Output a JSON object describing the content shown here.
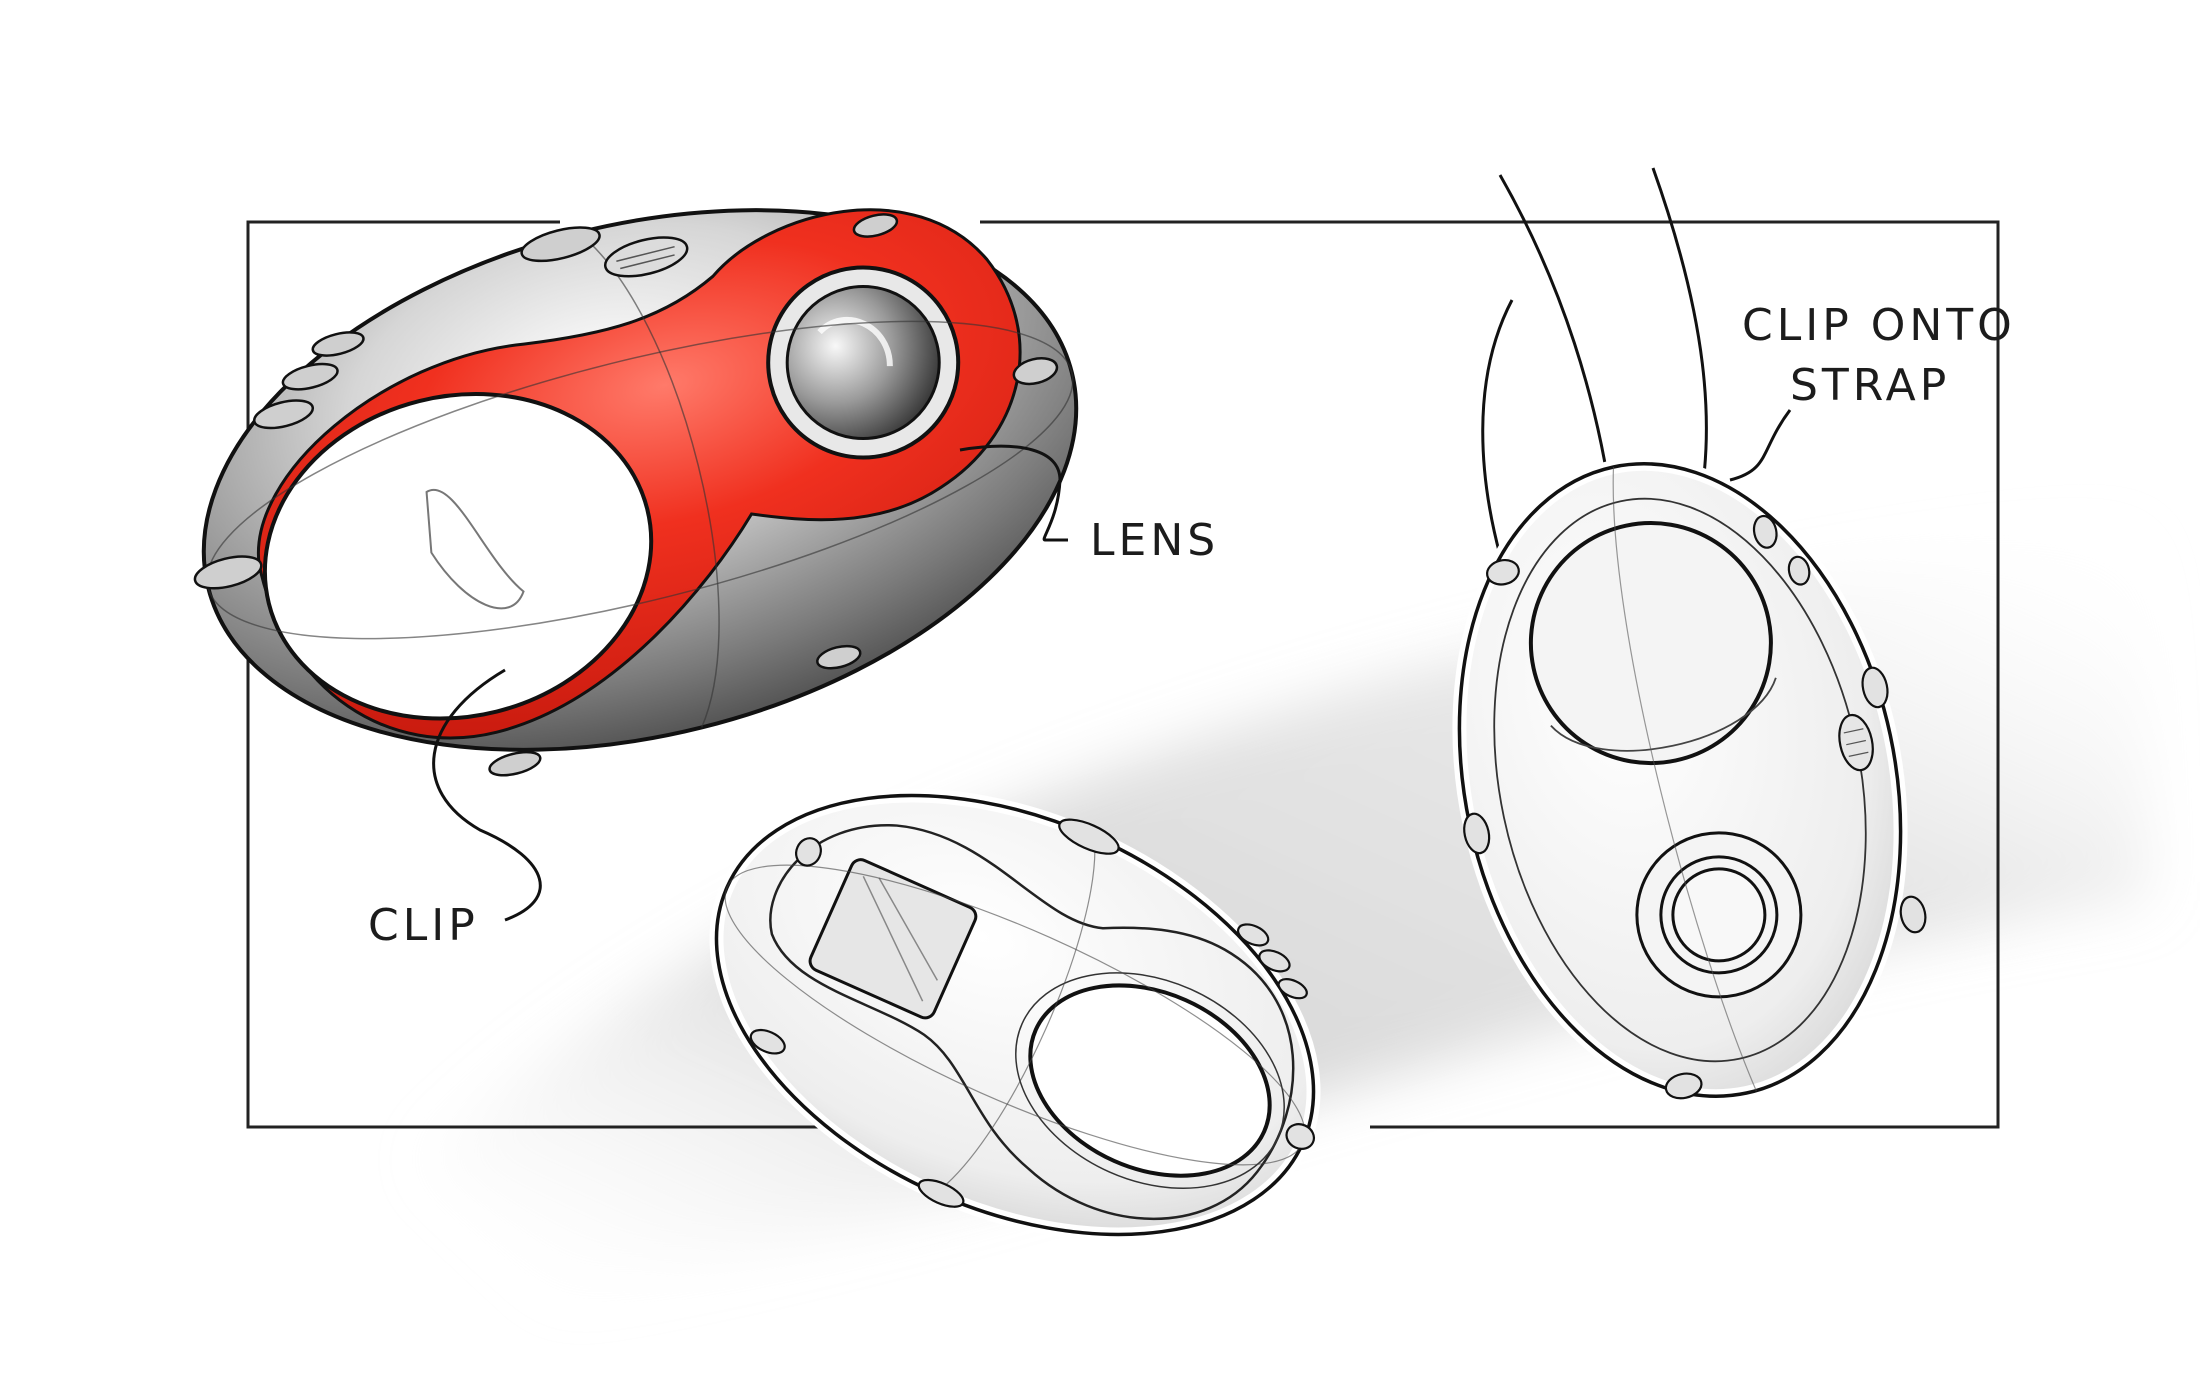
{
  "annotations": {
    "lens": "LENS",
    "clip": "CLIP",
    "strap_line1": "CLIP ONTO",
    "strap_line2": "STRAP"
  },
  "colors": {
    "accent": "#ee2a1b",
    "body_dark": "#555555",
    "body_light": "#f2f2f2",
    "ink": "#1c1c1c",
    "frame": "#222222"
  },
  "views": [
    {
      "name": "render-color-perspective",
      "highlight": "red"
    },
    {
      "name": "render-line-perspective",
      "highlight": "none"
    },
    {
      "name": "render-line-on-strap",
      "highlight": "none"
    }
  ]
}
